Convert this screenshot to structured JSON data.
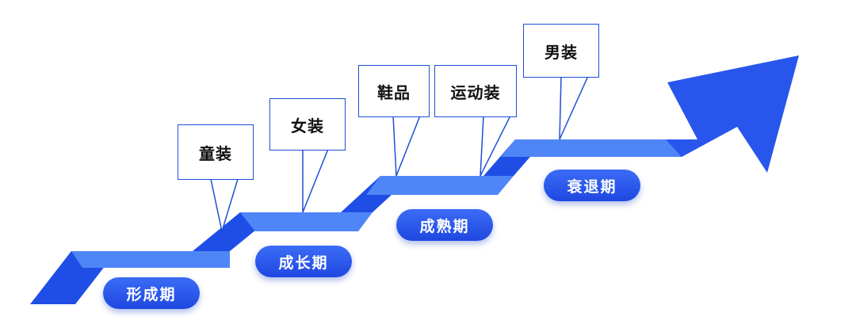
{
  "colors": {
    "arrow_dark": "#1f4ee6",
    "arrow_light": "#4f86f7",
    "callout_border": "#1e4fd8",
    "pill": "#2a57ea"
  },
  "stages": [
    "形成期",
    "成长期",
    "成熟期",
    "衰退期"
  ],
  "callouts": [
    "童装",
    "女装",
    "鞋品",
    "运动装",
    "男装"
  ]
}
